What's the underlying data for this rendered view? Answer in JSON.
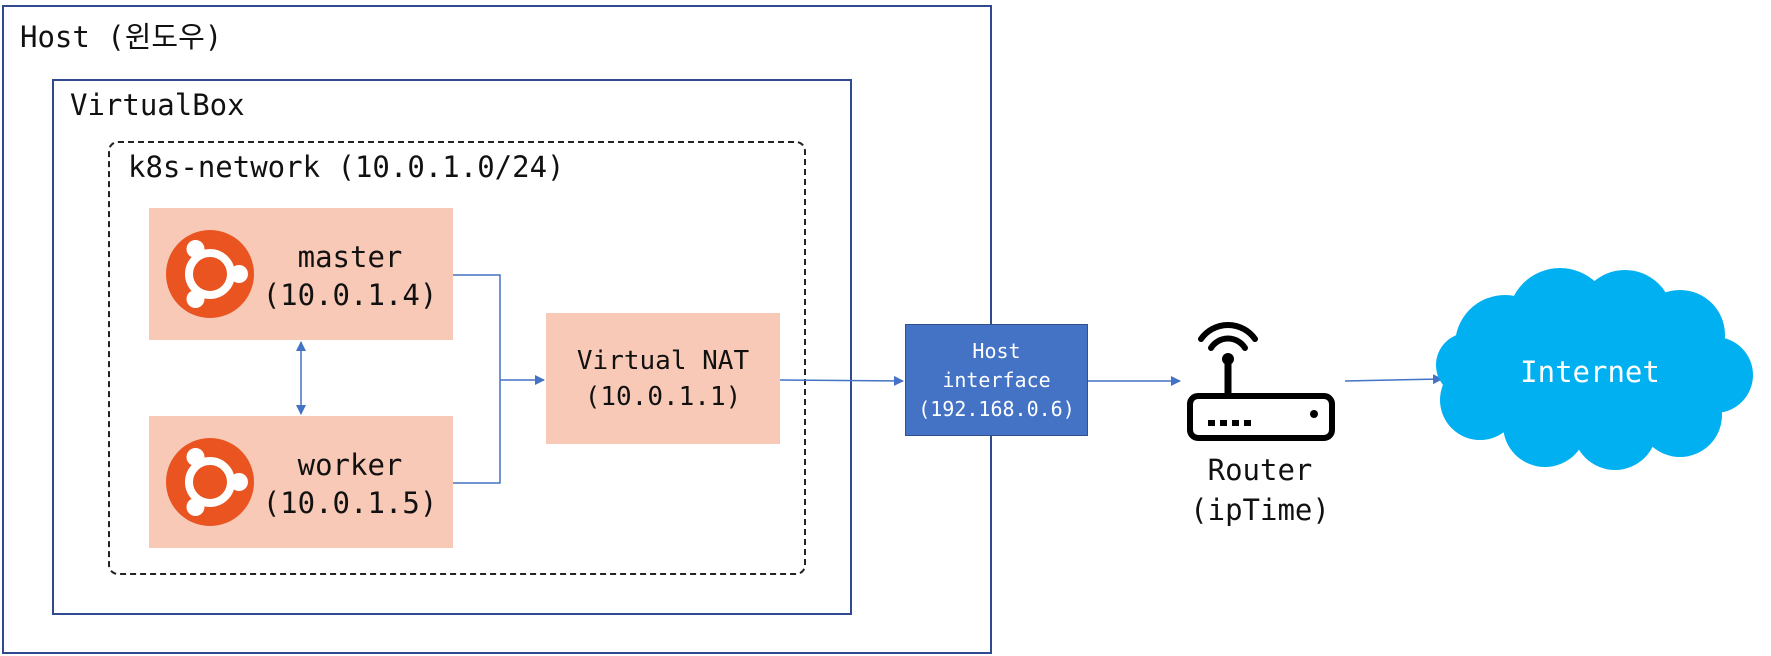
{
  "host": {
    "label": "Host (윈도우)"
  },
  "virtualbox": {
    "label": "VirtualBox"
  },
  "network": {
    "label": "k8s-network (10.0.1.0/24)"
  },
  "master": {
    "name": "master",
    "ip": "(10.0.1.4)"
  },
  "worker": {
    "name": "worker",
    "ip": "(10.0.1.5)"
  },
  "nat": {
    "name": "Virtual NAT",
    "ip": "(10.0.1.1)"
  },
  "host_interface": {
    "line1": "Host",
    "line2": "interface",
    "ip": "(192.168.0.6)"
  },
  "router": {
    "name": "Router",
    "brand": "(ipTime)"
  },
  "internet": {
    "label": "Internet"
  },
  "colors": {
    "box_border": "#2f4a8f",
    "vm_fill": "#f8c9b6",
    "ubuntu": "#e95420",
    "host_interface": "#4472c4",
    "cloud": "#00b0f0",
    "arrow": "#4472c4"
  },
  "icons": {
    "vm": "ubuntu-logo-icon",
    "router": "router-wifi-icon",
    "cloud": "cloud-icon"
  }
}
